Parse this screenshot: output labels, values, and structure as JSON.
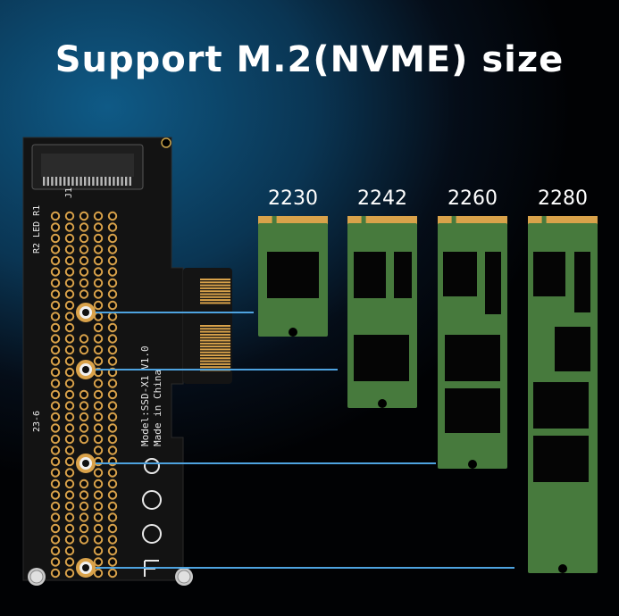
{
  "title": "Support M.2(NVME) size",
  "sizes": [
    "2230",
    "2242",
    "2260",
    "2280"
  ],
  "board": {
    "silk_j1": "J1",
    "silk_led": "R2 LED R1",
    "silk_model": "Model:SSD-X1 V1.0",
    "silk_made": "Made in China",
    "silk_date": "23-6"
  },
  "colors": {
    "pcb": "#121212",
    "ssd_green": "#477a3d",
    "gold": "#d9a24a",
    "line": "#4ea3e0"
  }
}
